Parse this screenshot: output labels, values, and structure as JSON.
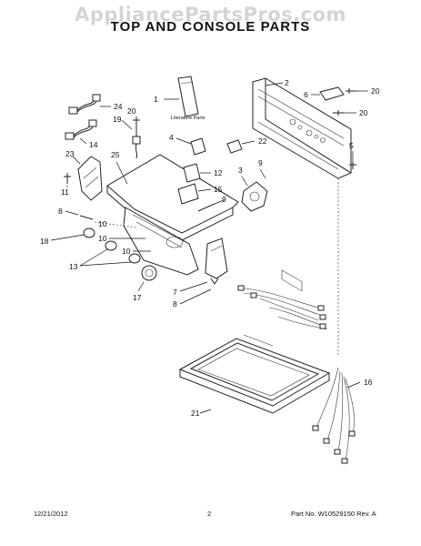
{
  "watermark": "AppliancePartsPros.com",
  "title": "TOP AND CONSOLE PARTS",
  "literature_label": "Literature Parts",
  "callouts": {
    "c1": "1",
    "c2": "2",
    "c3": "3",
    "c4": "4",
    "c5": "5",
    "c6": "6",
    "c7": "7",
    "c8a": "8",
    "c8b": "8",
    "c9a": "9",
    "c9b": "9",
    "c10a": "10",
    "c10b": "10",
    "c10c": "10",
    "c11": "11",
    "c12": "12",
    "c13": "13",
    "c14": "14",
    "c15": "15",
    "c16": "16",
    "c17": "17",
    "c18": "18",
    "c19": "19",
    "c20a": "20",
    "c20b": "20",
    "c20c": "20",
    "c21": "21",
    "c22": "22",
    "c23": "23",
    "c24": "24",
    "c25": "25"
  },
  "footer": {
    "date": "12/21/2012",
    "page": "2",
    "part_info": "Part No. W10529150  Rev. A"
  }
}
